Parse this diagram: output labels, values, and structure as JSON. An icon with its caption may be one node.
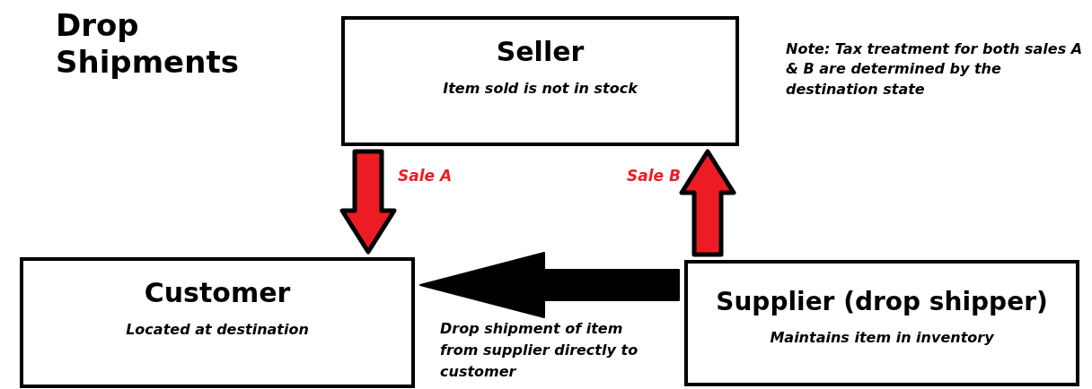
{
  "diagram": {
    "title": "Drop Shipments",
    "nodes": [
      {
        "text": [
          "Seller",
          "Item sold is not in stock"
        ]
      },
      {
        "text": [
          "Customer",
          "Located at destination"
        ]
      },
      {
        "text": [
          "Supplier (drop shipper)",
          "Maintains item in inventory"
        ]
      }
    ],
    "edges": [
      {
        "from": 0,
        "to": 1,
        "arrow": "to",
        "label": "Sale A",
        "style": "thick",
        "color": "#ed1c24"
      },
      {
        "from": 2,
        "to": 0,
        "arrow": "to",
        "label": "Sale B",
        "style": "thick",
        "color": "#ed1c24"
      },
      {
        "from": 2,
        "to": 1,
        "arrow": "to",
        "label": "Drop shipment of item from supplier directly to customer",
        "style": "thick",
        "color": "#000000"
      }
    ],
    "labels": [
      "Note: Tax treatment for both sales A & B are determined by the destination state"
    ]
  }
}
